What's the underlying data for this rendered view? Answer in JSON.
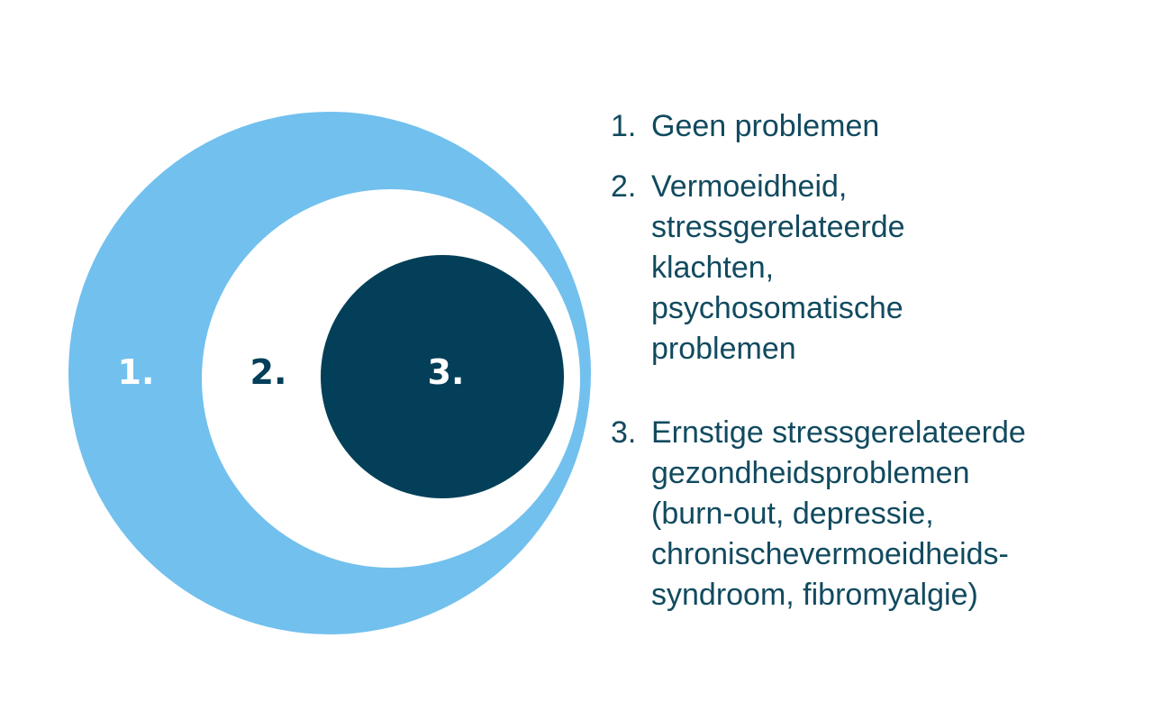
{
  "diagram": {
    "rings": [
      {
        "label": "1."
      },
      {
        "label": "2."
      },
      {
        "label": "3."
      }
    ]
  },
  "legend": {
    "items": [
      {
        "number": "1.",
        "lines": [
          "Geen problemen"
        ]
      },
      {
        "number": "2.",
        "lines": [
          "Vermoeidheid,",
          "stressgerelateerde",
          "klachten,",
          "psychosomatische",
          "problemen"
        ]
      },
      {
        "number": "3.",
        "lines": [
          "Ernstige stressgerelateerde",
          "gezondheidsproblemen",
          "(burn-out, depressie,",
          "chronischevermoeidheids-",
          "syndroom, fibromyalgie)"
        ]
      }
    ]
  },
  "colors": {
    "outer_ring": "#72c0ee",
    "middle_ring": "#ffffff",
    "inner_circle": "#033f58",
    "legend_text": "#114a5f"
  }
}
